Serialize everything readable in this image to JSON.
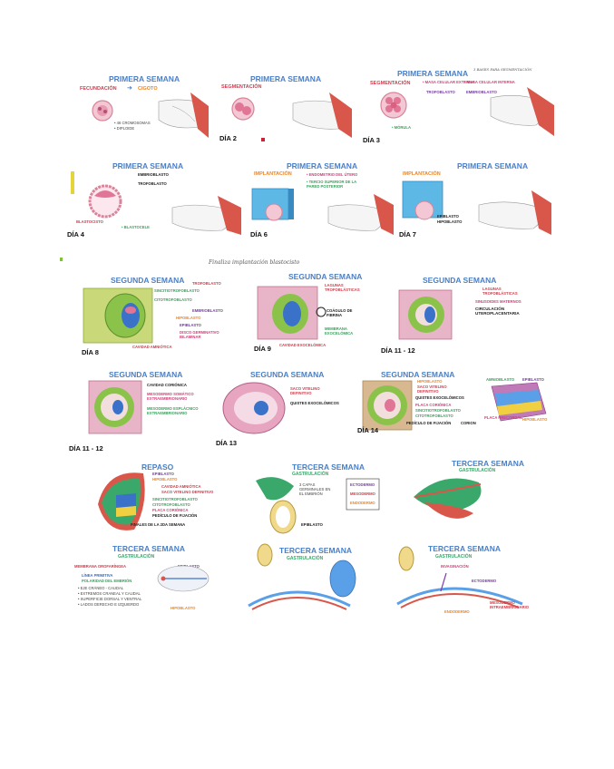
{
  "panels": {
    "p1": {
      "title": "PRIMERA SEMANA",
      "labels": [
        "FECUNDACIÓN",
        "CIGOTO",
        "• 46 CROMOSOMAS",
        "• DIPLOIDE"
      ]
    },
    "p2": {
      "title": "PRIMERA SEMANA",
      "labels": [
        "SEGMENTACIÓN"
      ],
      "day": "DÍA 2"
    },
    "p3": {
      "title": "PRIMERA SEMANA",
      "labels": [
        "SEGMENTACIÓN",
        "• MASA CELULAR EXTERNA",
        "TROFOBLASTO",
        "• MASA CELULAR INTERNA",
        "EMBRIOBLASTO",
        "• MÓRULA"
      ],
      "day": "DÍA 3",
      "note": "3 BASES PARA SEGMENTACIÓN"
    },
    "p4": {
      "title": "PRIMERA SEMANA",
      "labels": [
        "EMBRIOBLASTO",
        "TROFOBLASTO",
        "BLASTOCISTO",
        "• BLASTOCELE"
      ],
      "day": "DÍA 4"
    },
    "p5": {
      "title": "PRIMERA SEMANA",
      "labels": [
        "IMPLANTACIÓN",
        "• ENDOMETRIO DEL ÚTERO",
        "• TERCIO SUPERIOR DE LA PARED POSTERIOR"
      ],
      "day": "DÍA 6"
    },
    "p6": {
      "title": "PRIMERA SEMANA",
      "labels": [
        "IMPLANTACIÓN",
        "EPIBLASTO",
        "HIPOBLASTO"
      ],
      "day": "DÍA 7"
    },
    "p7": {
      "title": "SEGUNDA SEMANA",
      "labels": [
        "TROFOBLASTO",
        "SINCITIOTROFOBLASTO",
        "CITOTROFOBLASTO",
        "EMBRIOBLASTO",
        "HIPOBLASTO",
        "EPIBLASTO",
        "DISCO GERMINATIVO BILAMINAR",
        "CAVIDAD AMNIÓTICA"
      ],
      "day": "DÍA 8"
    },
    "p8": {
      "title": "SEGUNDA SEMANA",
      "labels": [
        "LAGUNAS TROFOBLÁSTICAS",
        "COÁGULO DE FIBRINA",
        "MEMBRANA EXOCELÓMICA",
        "CAVIDAD EXOCELÓMICA"
      ],
      "day": "DÍA 9"
    },
    "p9": {
      "title": "SEGUNDA SEMANA",
      "labels": [
        "LAGUNAS TROFOBLÁSTICAS",
        "SINUSOIDES MATERNOS",
        "CIRCULACIÓN UTEROPLACENTARIA"
      ],
      "day": "DÍA 11 - 12"
    },
    "p10": {
      "title": "SEGUNDA SEMANA",
      "labels": [
        "CAVIDAD CORIÓNICA",
        "MESODERMO SOMÁTICO EXTRAEMBRIONARIO",
        "MESODERMO ESPLÁCNICO EXTRAEMBRIONARIO"
      ],
      "day": "DÍA 11 - 12"
    },
    "p11": {
      "title": "SEGUNDA SEMANA",
      "labels": [
        "SACO VITELINO DEFINITIVO",
        "QUISTES EXOCELÓMICOS"
      ],
      "day": "DÍA 13"
    },
    "p12": {
      "title": "SEGUNDA SEMANA",
      "labels": [
        "HIPOBLASTO",
        "SACO VITELINO DEFINITIVO",
        "QUISTES EXOCELÓMICOS",
        "PLACA CORIÓNICA",
        "SINCITIOTROFOBLASTO",
        "CITOTROFOBLASTO",
        "PEDÍCULO DE FIJACIÓN",
        "CORION"
      ],
      "day": "DÍA 14"
    },
    "p13": {
      "labels": [
        "AMNIOBLASTO",
        "EPIBLASTO",
        "PLACA PRECORDAL",
        "HIPOBLASTO"
      ]
    },
    "p14": {
      "title": "REPASO",
      "labels": [
        "EPIBLASTO",
        "HIPOBLASTO",
        "CAVIDAD AMNIÓTICA",
        "SACO VITELINO DEFINITIVO",
        "SINCITIOTROFOBLASTO",
        "CITOTROFOBLASTO",
        "PLACA CORIÓNICA",
        "PEDÍCULO DE FIJACIÓN",
        "FINALES DE LA 2DA SEMANA"
      ]
    },
    "p15": {
      "title": "TERCERA SEMANA",
      "subtitle": "GASTRULACIÓN",
      "labels": [
        "3 CAPAS GERMINALES EN EL EMBRIÓN",
        "ECTODERMO",
        "MESODERMO",
        "ENDODERMO",
        "EPIBLASTO"
      ]
    },
    "p16": {
      "title": "TERCERA SEMANA",
      "subtitle": "GASTRULACIÓN"
    },
    "p17": {
      "title": "TERCERA SEMANA",
      "subtitle": "GASTRULACIÓN",
      "labels": [
        "MEMBRANA OROFARÍNGEA",
        "LÍNEA PRIMITIVA",
        "POLARIDAD DEL EMBRIÓN",
        "• EJE CRÁNEO - CAUDAL",
        "• EXTREMOS CRANEAL Y CAUDAL",
        "• SUPERFICIE DORSAL Y VENTRAL",
        "• LADOS DERECHO E IZQUIERDO",
        "EPIBLASTO",
        "HIPOBLASTO"
      ]
    },
    "p18": {
      "title": "TERCERA SEMANA",
      "subtitle": "GASTRULACIÓN"
    },
    "p19": {
      "title": "TERCERA SEMANA",
      "subtitle": "GASTRULACIÓN",
      "labels": [
        "INVAGINACIÓN",
        "ECTODERMO",
        "ENDODERMO",
        "MESODERMO INTRAEMBRIONARIO"
      ]
    }
  },
  "handwriting": [
    "Finaliza implantación blastocisto"
  ],
  "colors": {
    "title": "#4a7fc6",
    "red": "#d23a4a",
    "green": "#36a35a",
    "orange": "#e8862a",
    "purple": "#7a3aa8"
  }
}
